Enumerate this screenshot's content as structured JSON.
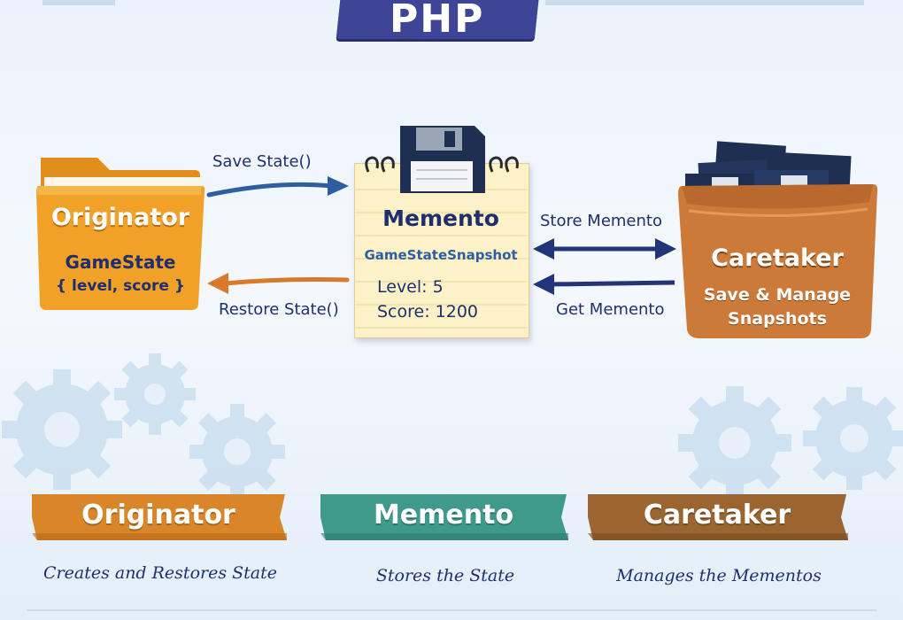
{
  "header": {
    "title": "PHP"
  },
  "originator": {
    "title": "Originator",
    "line1": "GameState",
    "line2": "{ level, score }"
  },
  "memento": {
    "title": "Memento",
    "subtitle": "GameStateSnapshot",
    "level": "Level: 5",
    "score": "Score: 1200"
  },
  "caretaker": {
    "title": "Caretaker",
    "line1": "Save & Manage",
    "line2": "Snapshots"
  },
  "arrows": {
    "save": "Save State()",
    "restore": "Restore State()",
    "store": "Store Memento",
    "get": "Get Memento"
  },
  "legend": [
    {
      "title": "Originator",
      "caption": "Creates and Restores State",
      "color": "#d9862a"
    },
    {
      "title": "Memento",
      "caption": "Stores the State",
      "color": "#3f9a8c"
    },
    {
      "title": "Caretaker",
      "caption": "Manages the Mementos",
      "color": "#9a6530"
    }
  ],
  "colors": {
    "folder": "#f1a028",
    "navy": "#1f2f6e",
    "arrow_blue": "#2f5e9e",
    "arrow_orange": "#d9792a",
    "paper": "#fdf1c8",
    "box": "#cc7a3a"
  }
}
